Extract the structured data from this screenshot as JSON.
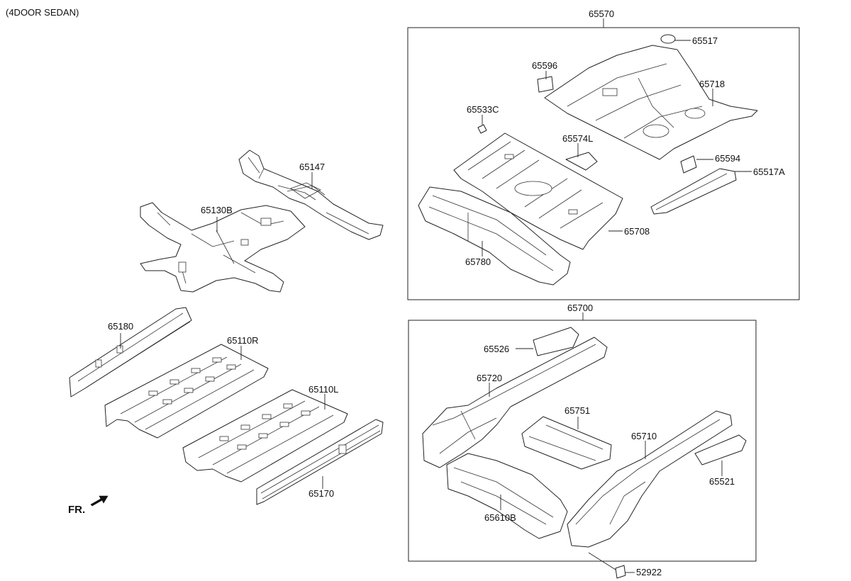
{
  "diagram": {
    "variant": "(4DOOR SEDAN)",
    "direction_label": "FR.",
    "groups": [
      {
        "id": "rear_floor",
        "number": "65570"
      },
      {
        "id": "rear_frame",
        "number": "65700"
      }
    ],
    "parts": {
      "p65147": "65147",
      "p65130B": "65130B",
      "p65180": "65180",
      "p65110R": "65110R",
      "p65110L": "65110L",
      "p65170": "65170",
      "p65517": "65517",
      "p65596": "65596",
      "p65718": "65718",
      "p65533C": "65533C",
      "p65574L": "65574L",
      "p65594": "65594",
      "p65517A": "65517A",
      "p65708": "65708",
      "p65780": "65780",
      "p65526": "65526",
      "p65720": "65720",
      "p65751": "65751",
      "p65710": "65710",
      "p65521": "65521",
      "p65610B": "65610B",
      "p52922": "52922"
    }
  }
}
